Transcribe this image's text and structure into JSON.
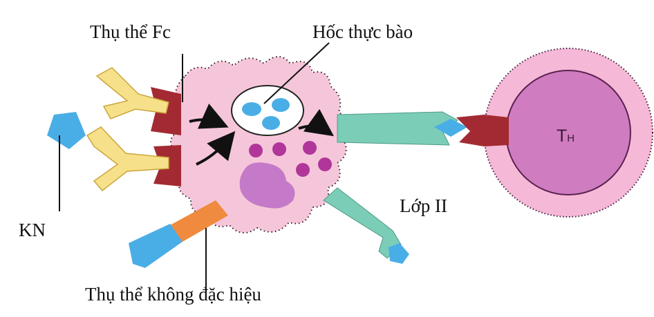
{
  "labels": {
    "fc_receptor": "Thụ thể Fc",
    "phagosome": "Hốc thực bào",
    "class_ii": "Lớp II",
    "antigen": "KN",
    "nonspecific_receptor": "Thụ thể không đặc hiệu"
  },
  "cell_labels": {
    "th_main": "T",
    "th_sub": "H"
  },
  "colors": {
    "macrophage": "#f5c6d9",
    "th_cell_outer": "#f5b8d6",
    "th_cell_inner": "#d07cc0",
    "antibody": "#f7e08a",
    "fc_receptor": "#a32a33",
    "antigen": "#4aaee6",
    "class_ii_molecule": "#7ccdb8",
    "nonspecific_receptor": "#f08a3e",
    "granule": "#b0369a",
    "nucleus": "#c47ac8"
  }
}
